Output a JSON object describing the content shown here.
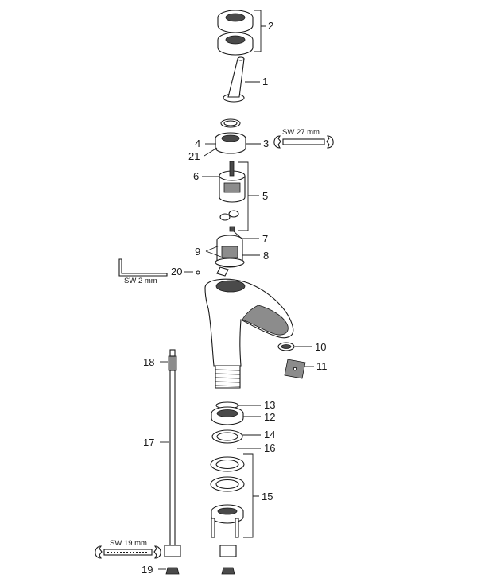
{
  "parts": [
    {
      "number": "1"
    },
    {
      "number": "2"
    },
    {
      "number": "3"
    },
    {
      "number": "4"
    },
    {
      "number": "5"
    },
    {
      "number": "6"
    },
    {
      "number": "7"
    },
    {
      "number": "8"
    },
    {
      "number": "9"
    },
    {
      "number": "10"
    },
    {
      "number": "11"
    },
    {
      "number": "12"
    },
    {
      "number": "13"
    },
    {
      "number": "14"
    },
    {
      "number": "15"
    },
    {
      "number": "16"
    },
    {
      "number": "17"
    },
    {
      "number": "18"
    },
    {
      "number": "19"
    },
    {
      "number": "20"
    },
    {
      "number": "21"
    }
  ],
  "tools": {
    "wrench_27": "SW 27 mm",
    "hex_key_2": "SW 2 mm",
    "wrench_19": "SW 19 mm"
  },
  "colors": {
    "line": "#1a1a1a",
    "shade": "#8c8c8c",
    "background": "#ffffff"
  }
}
